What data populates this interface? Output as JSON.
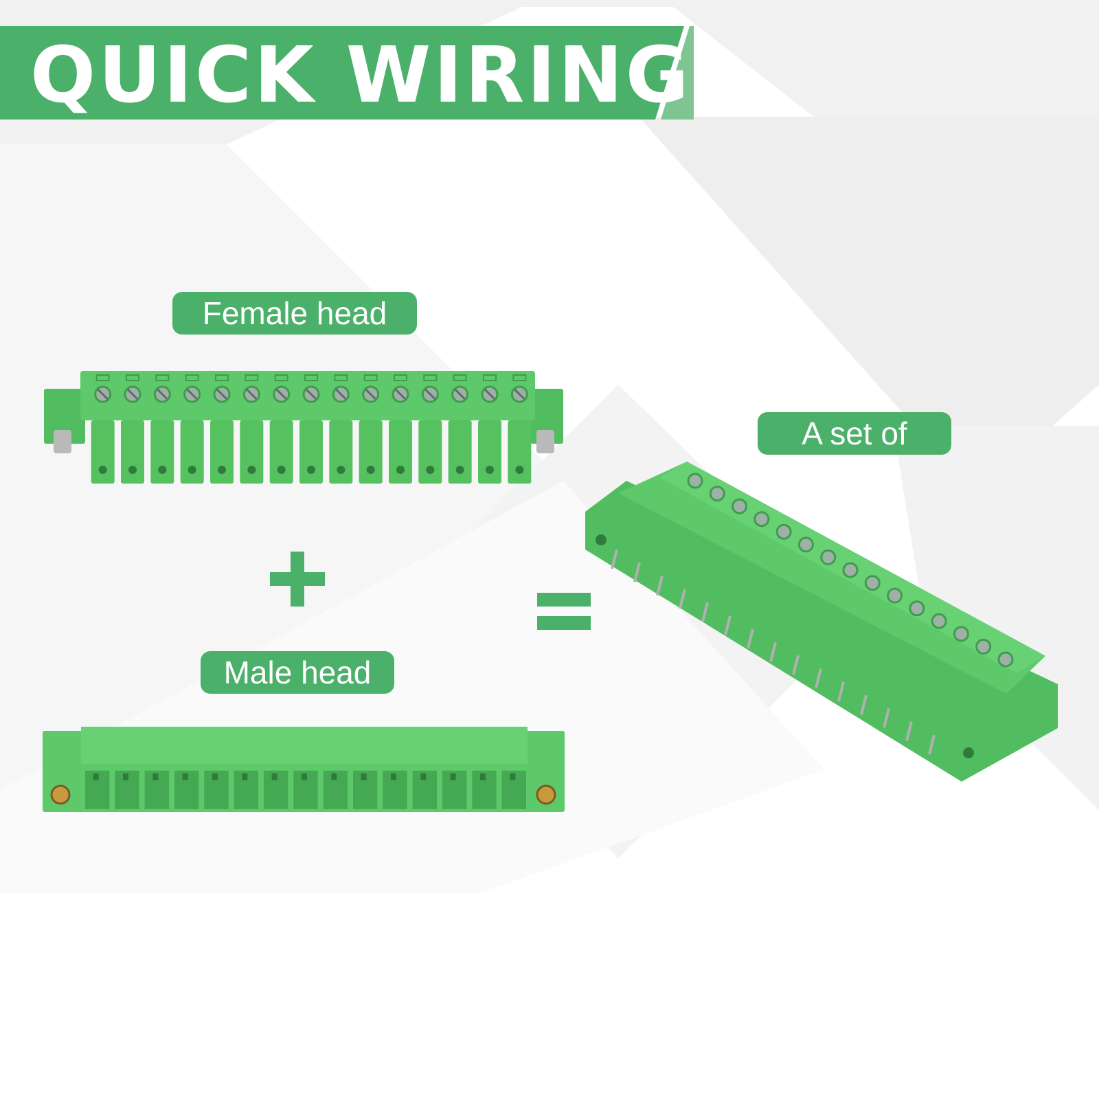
{
  "banner": {
    "title": "QUICK WIRING"
  },
  "labels": {
    "female_head": "Female head",
    "male_head": "Male head",
    "a_set_of": "A set of"
  },
  "operators": {
    "plus": "+",
    "equals": "="
  },
  "colors": {
    "brand_green": "#4bb06a",
    "connector_green": "#5dc96a",
    "background": "#f4f4f4"
  },
  "connector": {
    "pin_count": 15
  }
}
